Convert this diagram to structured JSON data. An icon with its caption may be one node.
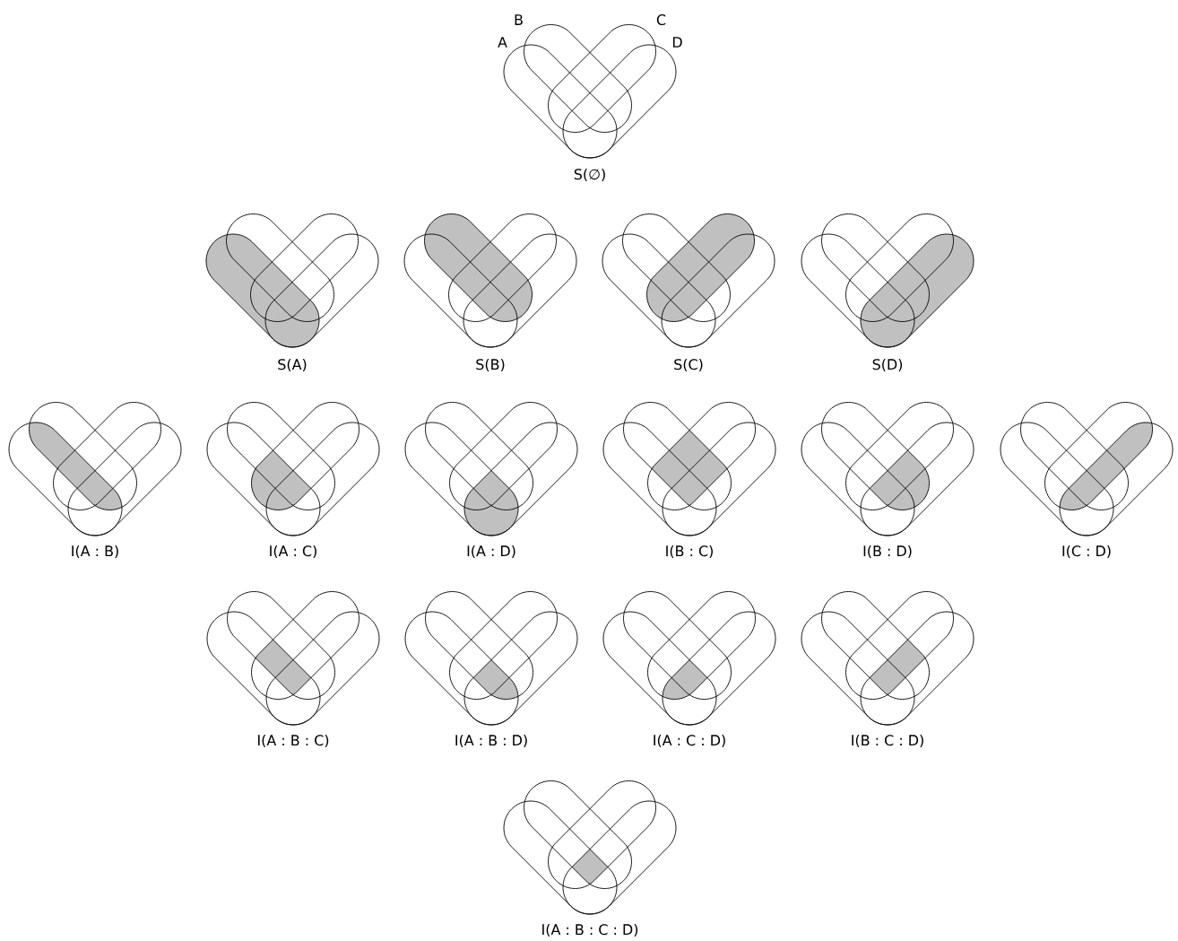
{
  "diagram": {
    "labels": [
      "A",
      "B",
      "C",
      "D",
      "S(∅)",
      "S(A)",
      "S(B)",
      "S(C)",
      "S(D)",
      "I(A : B)",
      "I(A : C)",
      "I(A : D)",
      "I(B : C)",
      "I(B : D)",
      "I(C : D)",
      "I(A : B : C)",
      "I(A : B : D)",
      "I(A : C : D)",
      "I(B : C : D)",
      "I(A : B : C : D)"
    ]
  }
}
